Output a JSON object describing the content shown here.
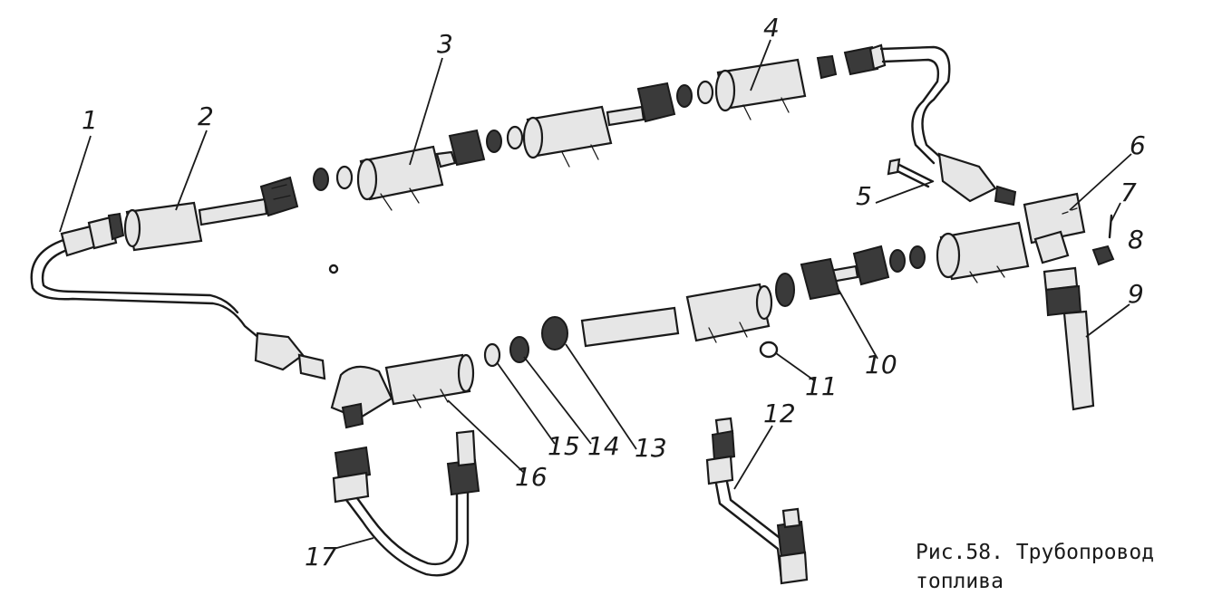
{
  "figure": {
    "caption_line1": "Рис.58. Трубопровод",
    "caption_line2": "топлива"
  },
  "callouts": [
    {
      "id": "c1",
      "label": "1"
    },
    {
      "id": "c2",
      "label": "2"
    },
    {
      "id": "c3",
      "label": "3"
    },
    {
      "id": "c4",
      "label": "4"
    },
    {
      "id": "c5",
      "label": "5"
    },
    {
      "id": "c6",
      "label": "6"
    },
    {
      "id": "c7",
      "label": "7"
    },
    {
      "id": "c8",
      "label": "8"
    },
    {
      "id": "c9",
      "label": "9"
    },
    {
      "id": "c10",
      "label": "10"
    },
    {
      "id": "c11",
      "label": "11"
    },
    {
      "id": "c12",
      "label": "12"
    },
    {
      "id": "c13",
      "label": "13"
    },
    {
      "id": "c14",
      "label": "14"
    },
    {
      "id": "c15",
      "label": "15"
    },
    {
      "id": "c16",
      "label": "16"
    },
    {
      "id": "c17",
      "label": "17"
    }
  ]
}
